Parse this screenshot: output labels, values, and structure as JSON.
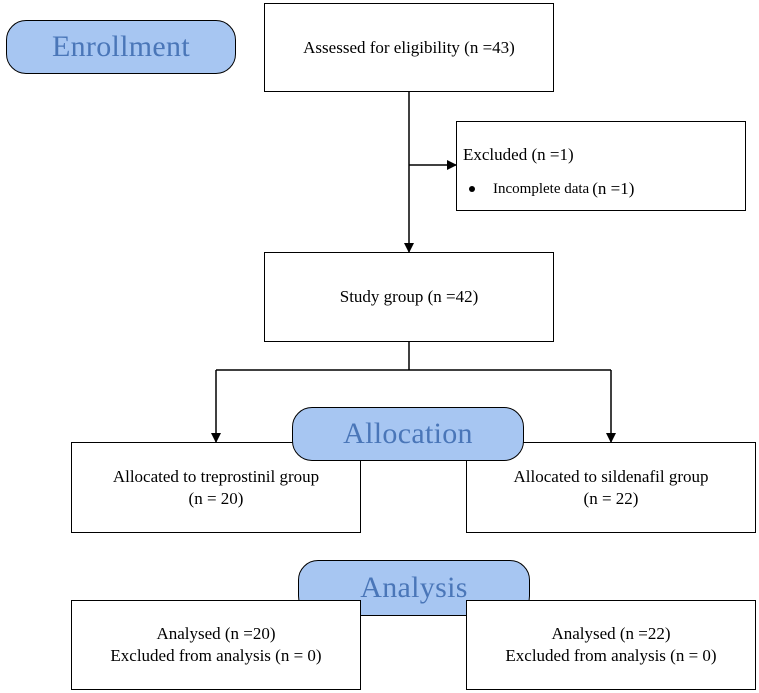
{
  "stages": {
    "enrollment": "Enrollment",
    "allocation": "Allocation",
    "analysis": "Analysis"
  },
  "boxes": {
    "assessed": "Assessed for eligibility (n =43)",
    "excluded": {
      "title": "Excluded (n =1)",
      "bullet_text": "Incomplete data",
      "bullet_count": "(n =1)"
    },
    "study": "Study group (n =42)",
    "allocated_left": {
      "line1": "Allocated to treprostinil group",
      "line2": "(n = 20)"
    },
    "allocated_right": {
      "line1": "Allocated to sildenafil group",
      "line2": "(n = 22)"
    },
    "analysed_left": {
      "line1": "Analysed (n =20)",
      "line2": "Excluded from analysis (n = 0)"
    },
    "analysed_right": {
      "line1": "Analysed (n =22)",
      "line2": "Excluded from analysis (n = 0)"
    }
  }
}
